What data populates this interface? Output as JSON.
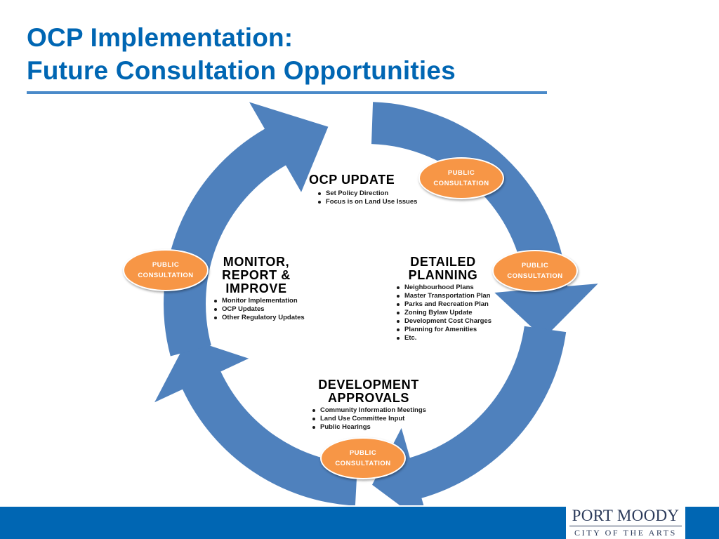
{
  "slide": {
    "title_line1": "OCP Implementation:",
    "title_line2": "Future Consultation Opportunities"
  },
  "colors": {
    "title": "#0066B3",
    "arrow_fill": "#4F81BD",
    "badge_fill": "#F79646",
    "footer_bar": "#0066B3"
  },
  "stages": {
    "ocp_update": {
      "title": "OCP UPDATE",
      "bullets": [
        "Set Policy Direction",
        "Focus is on Land Use Issues"
      ]
    },
    "detailed_planning": {
      "title_line1": "DETAILED",
      "title_line2": "PLANNING",
      "bullets": [
        "Neighbourhood Plans",
        "Master Transportation Plan",
        "Parks and Recreation Plan",
        "Zoning Bylaw Update",
        "Development Cost Charges",
        "Planning for Amenities",
        "Etc."
      ]
    },
    "development_approvals": {
      "title_line1": "DEVELOPMENT",
      "title_line2": "APPROVALS",
      "bullets": [
        "Community Information Meetings",
        "Land Use Committee Input",
        "Public Hearings"
      ]
    },
    "monitor": {
      "title_line1": "MONITOR,",
      "title_line2": "REPORT &",
      "title_line3": "IMPROVE",
      "bullets": [
        "Monitor Implementation",
        "OCP Updates",
        "Other Regulatory Updates"
      ]
    }
  },
  "badges": [
    {
      "line1": "PUBLIC",
      "line2": "CONSULTATION"
    },
    {
      "line1": "PUBLIC",
      "line2": "CONSULTATION"
    },
    {
      "line1": "PUBLIC",
      "line2": "CONSULTATION"
    },
    {
      "line1": "PUBLIC",
      "line2": "CONSULTATION"
    }
  ],
  "logo": {
    "name": "PORT MOODY",
    "tagline": "CITY OF THE ARTS"
  }
}
